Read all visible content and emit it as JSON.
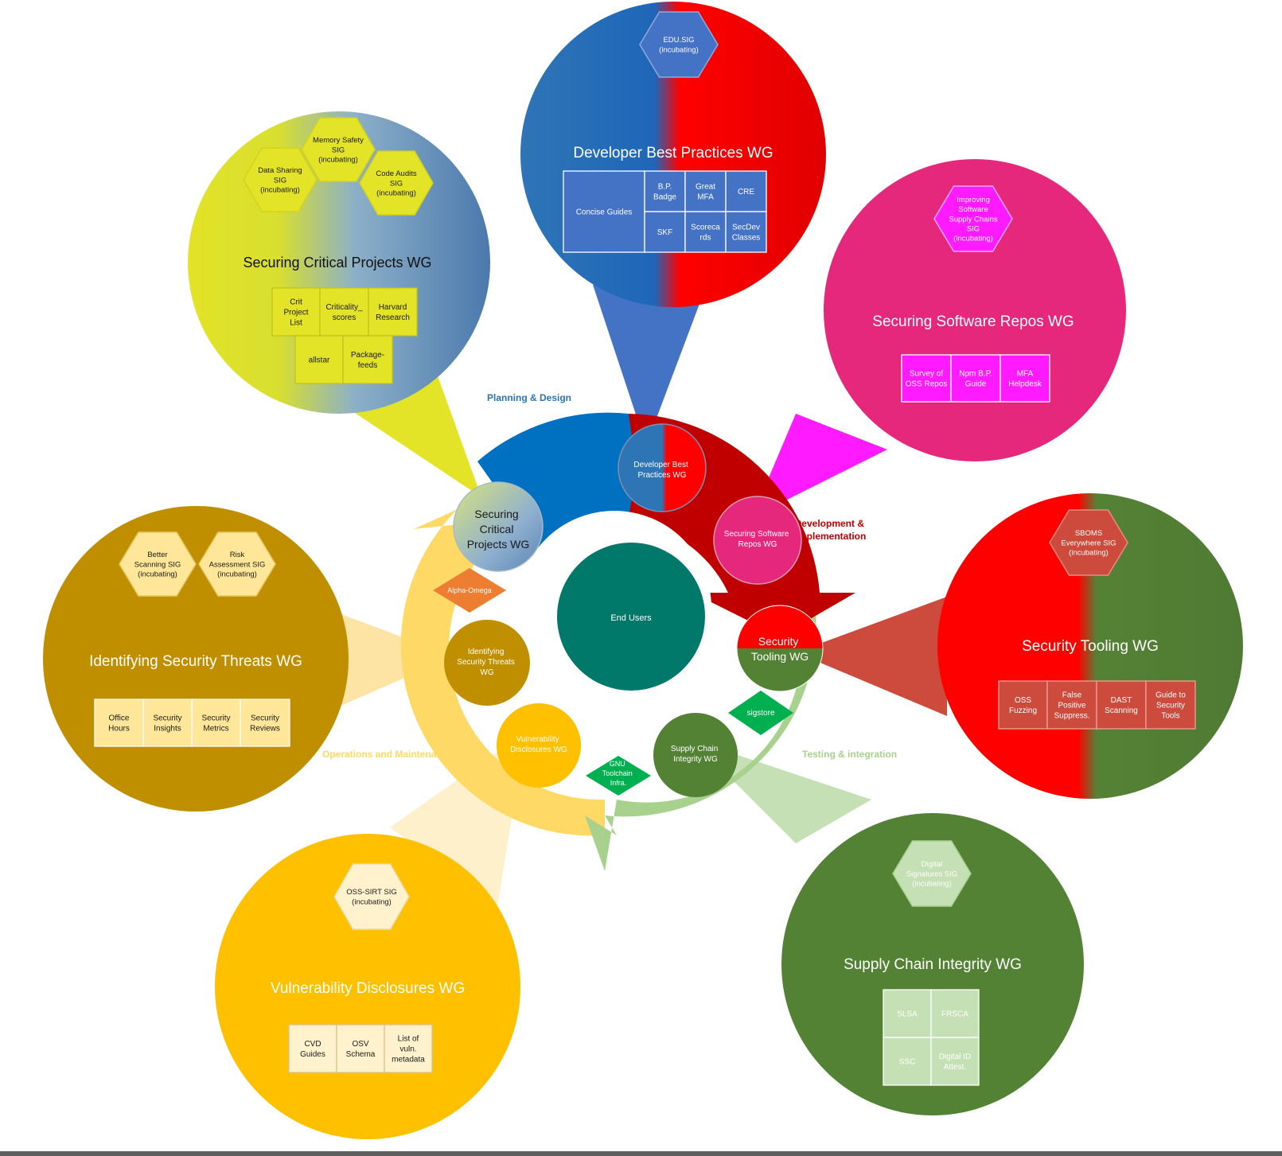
{
  "center": {
    "label": "End Users"
  },
  "phases": {
    "planning": "Planning & Design",
    "development": [
      "Development &",
      "implementation"
    ],
    "testing": "Testing & integration",
    "operations": "Operations and Maintenance"
  },
  "ring_nodes": {
    "dev_best_practices": [
      "Developer Best",
      "Practices WG"
    ],
    "securing_repos": [
      "Securing Software",
      "Repos WG"
    ],
    "security_tooling": [
      "Security",
      "Tooling WG"
    ],
    "supply_chain": [
      "Supply Chain",
      "Integrity WG"
    ],
    "vuln_disclosures": [
      "Vulnerability",
      "Disclosures WG"
    ],
    "identifying_threats": [
      "Identifying",
      "Security Threats",
      "WG"
    ],
    "critical_projects": [
      "Securing",
      "Critical",
      "Projects WG"
    ]
  },
  "projects": {
    "alpha_omega": "Alpha-Omega",
    "sigstore": "sigstore",
    "gnu_toolchain": [
      "GNU",
      "Toolchain",
      "Infra."
    ]
  },
  "groups": {
    "dev_best_practices": {
      "title": "Developer Best Practices WG",
      "sigs": [
        [
          "EDU.SIG",
          "(incubating)"
        ]
      ],
      "items": [
        [
          "Concise Guides"
        ],
        [
          "B.P.",
          "Badge"
        ],
        [
          "Great",
          "MFA"
        ],
        [
          "CRE"
        ],
        [
          "SKF"
        ],
        [
          "Scoreca",
          "rds"
        ],
        [
          "SecDev",
          "Classes"
        ]
      ]
    },
    "critical_projects": {
      "title": "Securing Critical Projects WG",
      "sigs": [
        [
          "Memory Safety",
          "SIG",
          "(incubating)"
        ],
        [
          "Data Sharing",
          "SIG",
          "(incubating)"
        ],
        [
          "Code Audits",
          "SIG",
          "(incubating)"
        ]
      ],
      "items": [
        [
          "Crit",
          "Project",
          "List"
        ],
        [
          "Criticality_",
          "scores"
        ],
        [
          "Harvard",
          "Research"
        ],
        [
          "allstar"
        ],
        [
          "Package-",
          "feeds"
        ]
      ]
    },
    "securing_repos": {
      "title": "Securing Software Repos WG",
      "sigs": [
        [
          "Improving",
          "Software",
          "Supply Chains",
          "SIG",
          "(incubating)"
        ]
      ],
      "items": [
        [
          "Survey of",
          "OSS Repos"
        ],
        [
          "Npm B.P.",
          "Guide"
        ],
        [
          "MFA",
          "Helpdesk"
        ]
      ]
    },
    "security_tooling": {
      "title": "Security Tooling WG",
      "sigs": [
        [
          "SBOMS",
          "Everywhere SIG",
          "(incubating)"
        ]
      ],
      "items": [
        [
          "OSS",
          "Fuzzing"
        ],
        [
          "False",
          "Positive",
          "Suppress."
        ],
        [
          "DAST",
          "Scanning"
        ],
        [
          "Guide to",
          "Security",
          "Tools"
        ]
      ]
    },
    "identifying_threats": {
      "title": "Identifying Security Threats WG",
      "sigs": [
        [
          "Better",
          "Scanning SIG",
          "(incubating)"
        ],
        [
          "Risk",
          "Assessment SIG",
          "(incubating)"
        ]
      ],
      "items": [
        [
          "Office",
          "Hours"
        ],
        [
          "Security",
          "Insights"
        ],
        [
          "Security",
          "Metrics"
        ],
        [
          "Security",
          "Reviews"
        ]
      ]
    },
    "vuln_disclosures": {
      "title": "Vulnerability Disclosures WG",
      "sigs": [
        [
          "OSS-SIRT SIG",
          "(incubating)"
        ]
      ],
      "items": [
        [
          "CVD",
          "Guides"
        ],
        [
          "OSV",
          "Schema"
        ],
        [
          "List of",
          "vuln.",
          "metadata"
        ]
      ]
    },
    "supply_chain": {
      "title": "Supply Chain Integrity WG",
      "sigs": [
        [
          "Digital",
          "Signatures SIG",
          "(incubating)"
        ]
      ],
      "items": [
        [
          "SLSA"
        ],
        [
          "FRSCA"
        ],
        [
          "SSC"
        ],
        [
          "Digital ID",
          "Attest."
        ]
      ]
    }
  },
  "colors": {
    "dev_blue": "#2e75b6",
    "dev_red": "#ff0000",
    "critical_yellow": "#e3e327",
    "critical_blue": "#4f7fb8",
    "repos_pink": "#e6287c",
    "repos_magenta": "#ff1aff",
    "tooling_red": "#ff0000",
    "tooling_green": "#548235",
    "threats_brown": "#bf8f00",
    "vuln_gold": "#ffc000",
    "supply_green": "#548235",
    "supply_light": "#c5e0b4",
    "center_teal": "#00796b",
    "ring_blue": "#0070c0",
    "ring_red": "#c00000",
    "ring_green": "#a9d18e",
    "ring_yellow": "#ffd966"
  }
}
